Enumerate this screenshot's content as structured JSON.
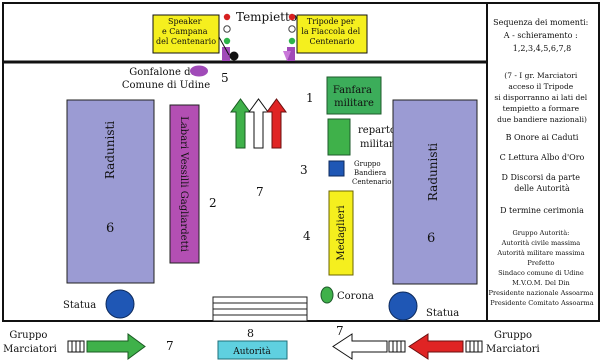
{
  "tempietto": {
    "title": "Tempietto",
    "speaker_label": [
      "Speaker",
      "e Campana",
      "del Centenario"
    ],
    "tripode_label": [
      "Tripode per",
      "la Fiaccola del",
      "Centenario"
    ]
  },
  "gonfalone_label": [
    "Gonfalone del",
    "Comune di Udine"
  ],
  "numbers": {
    "n5": "5",
    "n1": "1",
    "n3": "3",
    "n4": "4",
    "n2": "2",
    "n7_center": "7",
    "n7_left": "7",
    "n7_right": "7",
    "n8": "8",
    "n6_left": "6",
    "n6_right": "6"
  },
  "fanfara_label": [
    "Fanfara",
    "militare"
  ],
  "reparto_label": [
    "reparto",
    "militare"
  ],
  "gruppo_bandiera_label": [
    "Gruppo",
    "Bandiera",
    "Centenario"
  ],
  "medaglieri_label": "Medaglieri",
  "corona_label": "Corona",
  "labari_label": "Labari Vessilli Gagliardetti",
  "radunisti_left_label": "Radunisti",
  "radunisti_right_label": "Radunisti",
  "statua_left_label": "Statua",
  "statua_right_label": "Statua",
  "gruppo_marciatori_left": [
    "Gruppo",
    "Marciatori"
  ],
  "gruppo_marciatori_right": [
    "Gruppo",
    "Marciatori"
  ],
  "autorita_label": "Autorità",
  "sidebar": {
    "sequenza": [
      "Sequenza  dei momenti:",
      "A - schieramento :",
      "1,2,3,4,5,6,7,8"
    ],
    "note": [
      "(7 - I gr. Marciatori",
      "acceso il Tripode",
      "si disporranno ai lati del",
      "tempietto a formare",
      "due bandiere nazionali)"
    ],
    "b": "B Onore ai Caduti",
    "c": "C  Lettura Albo d'Oro",
    "d": [
      "D Discorsi da parte",
      "delle Autorità"
    ],
    "d_end": "D termine cerimonia",
    "autorita": [
      "Gruppo Autorità:",
      "Autorità civile massima",
      "Autorità militare massima",
      "Prefetto",
      "Sindaco comune di Udine",
      "M.V.O.M. Del Din",
      "Presidente nazionale Assoarma",
      "Presidente Comitato Assoarma"
    ]
  },
  "colors": {
    "purple_box": "#9b9bd3",
    "magenta_box": "#b34fb3",
    "yellow_label": "#f5ef1e",
    "green": "#3fb14a",
    "fanfara_green": "#3cad5a",
    "blue": "#1f57b5",
    "red": "#e02424",
    "cyan": "#5fd0e0"
  }
}
